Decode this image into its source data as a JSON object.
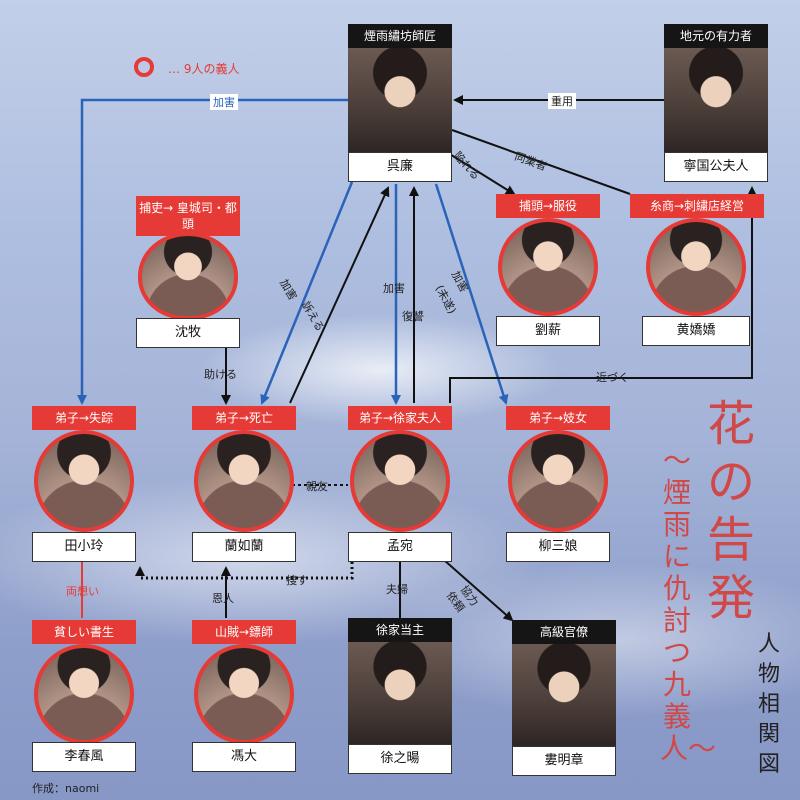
{
  "legend": {
    "text": "… 9人の義人"
  },
  "characters": {
    "wu_lian": {
      "role": "煙雨繡坊師匠",
      "name": "呉廉"
    },
    "ningguo": {
      "role": "地元の有力者",
      "name": "寧国公夫人"
    },
    "shen_mu": {
      "role": "捕吏→ 皇城司・都頭",
      "name": "沈牧"
    },
    "liu_xin": {
      "role": "捕頭→服役",
      "name": "劉薪"
    },
    "huang_jiaojiao": {
      "role": "糸商→刺繍店経営",
      "name": "黄嬌嬌"
    },
    "tian_xiaoling": {
      "role": "弟子→失踪",
      "name": "田小玲"
    },
    "lan_rulan": {
      "role": "弟子→死亡",
      "name": "蘭如蘭"
    },
    "meng_wan": {
      "role": "弟子→徐家夫人",
      "name": "孟宛"
    },
    "liu_sanniang": {
      "role": "弟子→妓女",
      "name": "柳三娘"
    },
    "li_chunfeng": {
      "role": "貧しい書生",
      "name": "李春風"
    },
    "feng_da": {
      "role": "山賊→鏢師",
      "name": "馮大"
    },
    "xu_zhiyang": {
      "role": "徐家当主",
      "name": "徐之暘"
    },
    "lou_mingzhang": {
      "role": "高級官僚",
      "name": "婁明章"
    }
  },
  "relations": {
    "employ": "重用",
    "harm_left": "加害",
    "competitor": "同業者",
    "frame": "陥れる",
    "harm_lan": "加害",
    "sue": "訴える",
    "harm_meng": "加害",
    "revenge": "復讐",
    "harm_liu": "加害",
    "harm_liu_note": "(未遂)",
    "help": "助ける",
    "approach": "近づく",
    "friends": "親友",
    "search": "捜す",
    "mutual_love": "両想い",
    "benefactor": "恩人",
    "married": "夫婦",
    "coop": "協力",
    "request": "依頼"
  },
  "title": {
    "main": "花の告発",
    "sub": "〜煙雨に仇討つ九義人〜",
    "sub2": "人物相関図"
  },
  "credit": "作成：naomi",
  "colors": {
    "accent": "#e53a35",
    "line": "#2a63b8",
    "black": "#151515"
  }
}
